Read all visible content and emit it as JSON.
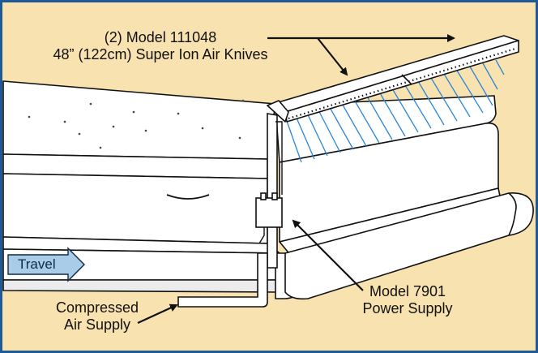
{
  "colors": {
    "frame": "#1e5a96",
    "background": "#f8e2b0",
    "knife_ion_lines": "#2a86d8",
    "travel_arrow": "#a9cde9"
  },
  "labels": {
    "knives": {
      "line1": "(2) Model 111048",
      "line2": "48” (122cm) Super Ion Air Knives"
    },
    "power_supply": {
      "line1": "Model 7901",
      "line2": "Power Supply"
    },
    "air_supply": {
      "line1": "Compressed",
      "line2": "Air Supply"
    },
    "travel": "Travel"
  }
}
